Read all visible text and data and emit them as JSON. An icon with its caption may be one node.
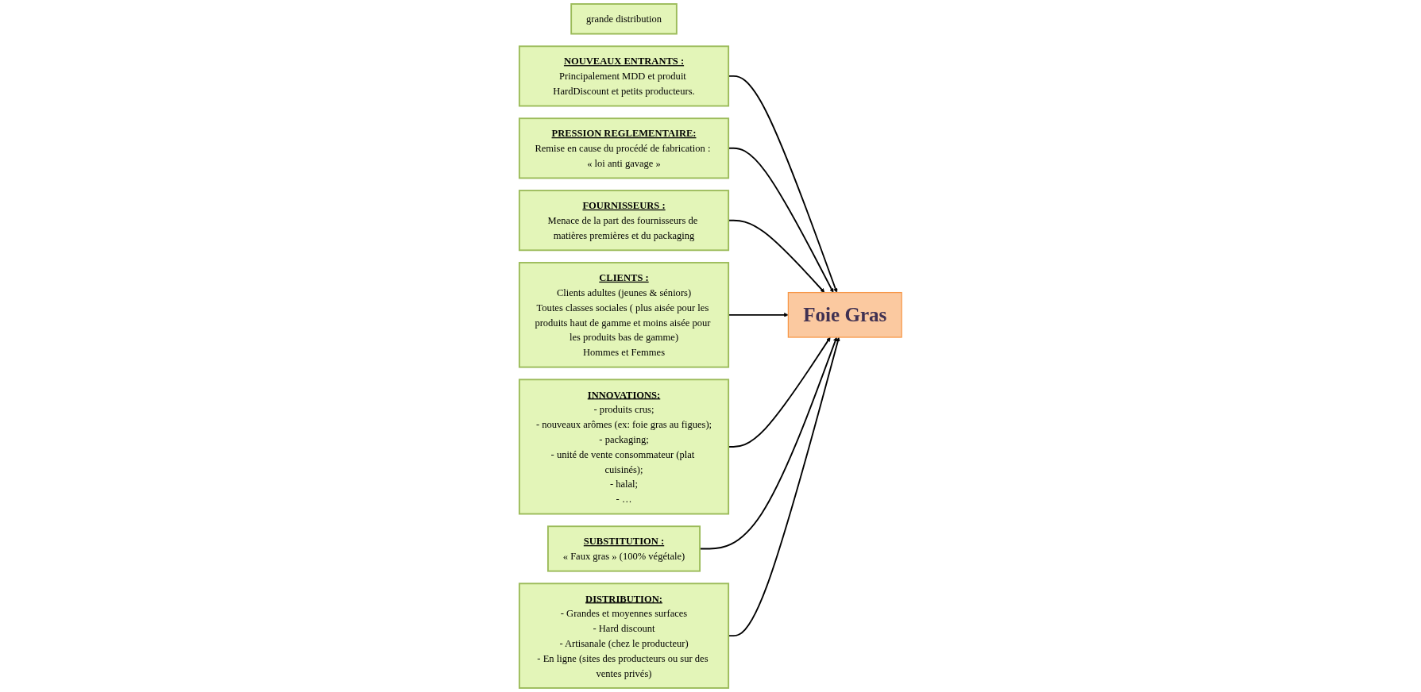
{
  "diagram": {
    "nodes": [
      {
        "text": [
          "grande distribution"
        ]
      },
      {
        "text": [
          "NOUVEAUX ENTRANTS :",
          "Principalement MDD et produit HardDiscount et petits producteurs."
        ]
      },
      {
        "text": [
          "PRESSION REGLEMENTAIRE:",
          "Remise en cause du procédé de fabrication : « loi anti gavage »"
        ]
      },
      {
        "text": [
          "FOURNISSEURS :",
          "Menace de la part des fournisseurs de matières premières et du packaging"
        ]
      },
      {
        "text": [
          "Foie Gras"
        ]
      },
      {
        "text": [
          "CLIENTS :",
          "Clients adultes (jeunes & séniors)",
          "Toutes classes sociales ( plus aisée pour les produits haut de gamme et moins aisée pour les produits bas de gamme)",
          "Hommes et Femmes"
        ]
      },
      {
        "text": [
          "INNOVATIONS:",
          "- produits crus;",
          "- nouveaux arômes (ex: foie gras au figues);",
          "- packaging;",
          "- unité de vente consommateur (plat cuisinés);",
          "- halal;",
          "- …"
        ]
      },
      {
        "text": [
          "SUBSTITUTION :",
          "« Faux gras » (100% végétale)"
        ]
      },
      {
        "text": [
          "DISTRIBUTION:",
          "- Grandes et moyennes surfaces",
          "- Hard discount",
          "- Artisanale (chez le producteur)",
          "- En ligne (sites des producteurs ou sur des ventes privés)"
        ]
      }
    ],
    "edges": [
      {
        "from": 1,
        "to": 4,
        "arrow": "to"
      },
      {
        "from": 2,
        "to": 4,
        "arrow": "to"
      },
      {
        "from": 3,
        "to": 4,
        "arrow": "to"
      },
      {
        "from": 5,
        "to": 4,
        "arrow": "to"
      },
      {
        "from": 6,
        "to": 4,
        "arrow": "to"
      },
      {
        "from": 7,
        "to": 4,
        "arrow": "to"
      },
      {
        "from": 8,
        "to": 4,
        "arrow": "to"
      }
    ]
  }
}
